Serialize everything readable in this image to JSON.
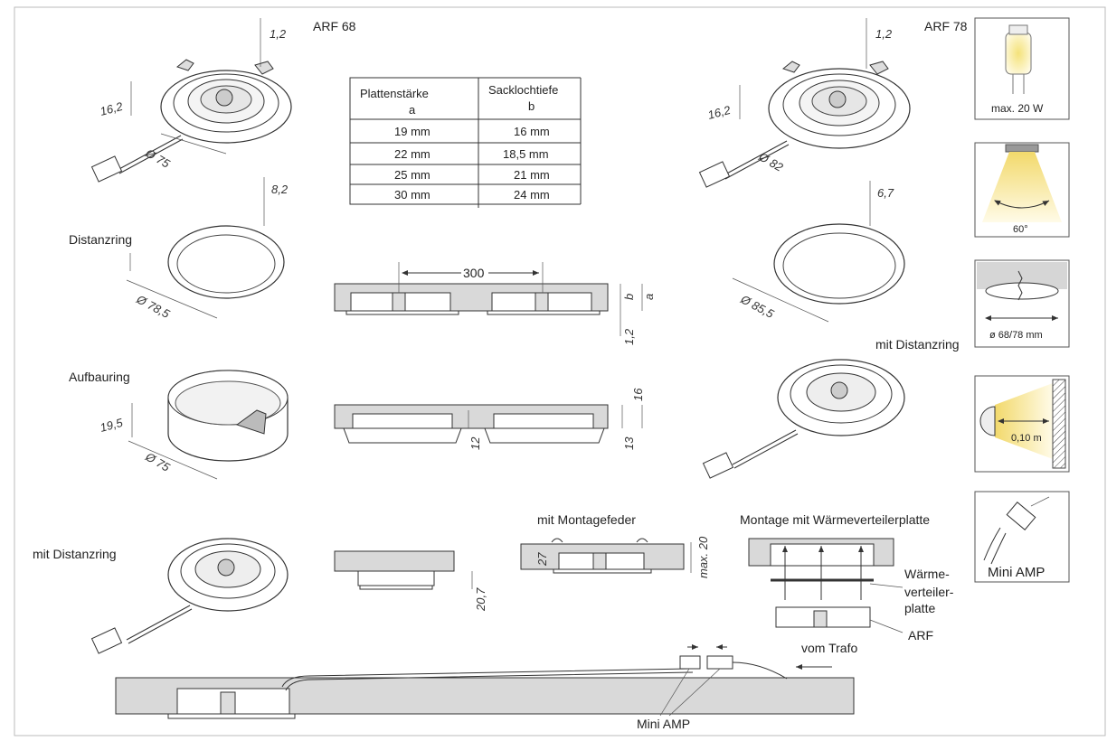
{
  "models": {
    "left": "ARF 68",
    "right": "ARF 78"
  },
  "dims": {
    "arf68_top": "1,2",
    "arf68_height": "16,2",
    "arf68_diameter": "Ø 75",
    "arf78_top": "1,2",
    "arf78_height": "16,2",
    "arf78_diameter": "Ø 82",
    "ring68_height": "8,2",
    "ring68_diameter": "Ø 78,5",
    "ring78_height": "6,7",
    "ring78_diameter": "Ø 85,5",
    "aufbau_height": "19,5",
    "aufbau_diameter": "Ø 75",
    "spacing": "300",
    "a_label": "a",
    "b_label": "b",
    "bottom_12": "1,2",
    "dim_12": "12",
    "dim_13": "13",
    "dim_16": "16",
    "dim_207": "20,7",
    "dim_27": "27",
    "dim_max20": "max. 20"
  },
  "labels": {
    "distanzring": "Distanzring",
    "aufbauring": "Aufbauring",
    "mit_distanzring_left": "mit Distanzring",
    "mit_distanzring_right": "mit Distanzring",
    "mit_montagefeder": "mit Montagefeder",
    "montage_waerme": "Montage mit Wärmeverteilerplatte",
    "waerme_1": "Wärme-",
    "waerme_2": "verteiler-",
    "waerme_3": "platte",
    "arf": "ARF",
    "vom_trafo": "vom Trafo",
    "mini_amp": "Mini AMP"
  },
  "table": {
    "header_a_1": "Plattenstärke",
    "header_a_2": "a",
    "header_b_1": "Sacklochtiefe",
    "header_b_2": "b",
    "rows": [
      {
        "a": "19 mm",
        "b": "16 mm"
      },
      {
        "a": "22 mm",
        "b": "18,5 mm"
      },
      {
        "a": "25 mm",
        "b": "21 mm"
      },
      {
        "a": "30 mm",
        "b": "24 mm"
      }
    ]
  },
  "icons": {
    "lamp_label": "max. 20 W",
    "beam_label": "60°",
    "cutout_label": "ø 68/78 mm",
    "distance_label": "0,10 m",
    "connector_label": "Mini AMP"
  }
}
